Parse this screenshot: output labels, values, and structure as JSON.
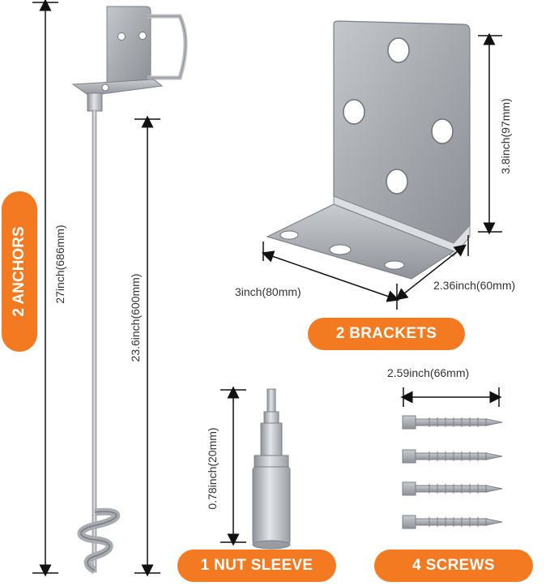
{
  "labels": {
    "anchors": "2 ANCHORS",
    "brackets": "2 BRACKETS",
    "nut_sleeve": "1 NUT SLEEVE",
    "screws": "4 SCREWS"
  },
  "dimensions": {
    "anchor_total": "27inch(686mm)",
    "anchor_shaft": "23.6inch(600mm)",
    "bracket_height": "3.8inch(97mm)",
    "bracket_width": "3inch(80mm)",
    "bracket_depth": "2.36inch(60mm)",
    "sleeve_length": "0.78inch(20mm)",
    "screw_length": "2.59inch(66mm)"
  },
  "colors": {
    "accent": "#f47a21",
    "metal": "#b9bcc1",
    "metal_dark": "#7d8086"
  }
}
